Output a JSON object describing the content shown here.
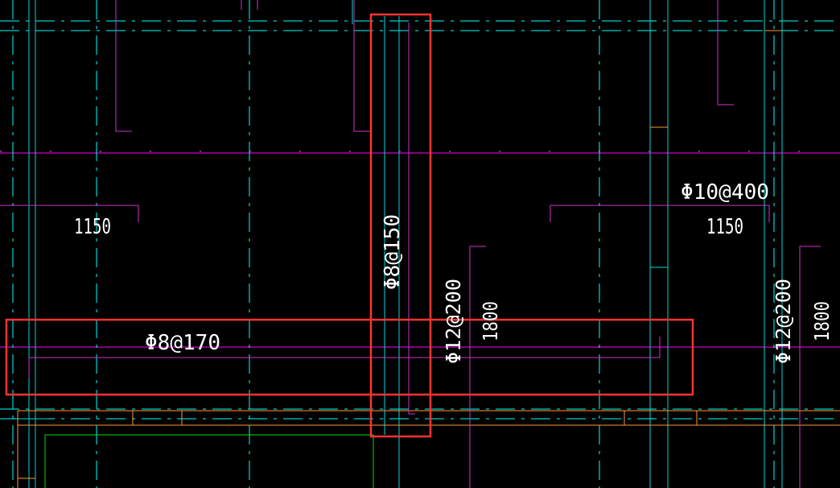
{
  "drawing": {
    "background": "#000000",
    "colors": {
      "axis_line": "#ff00ff",
      "grid_dash": "#00ffff",
      "rebar_magenta": "#cc33cc",
      "wall_cyan": "#00d8d8",
      "wall_orange": "#ff9933",
      "slab_green": "#00dd00",
      "highlight_red": "#ff3333",
      "text": "#ffffff"
    },
    "annotations": {
      "dim_left": "1150",
      "dim_right": "1150",
      "rebar_top_right": "Φ10@400",
      "rebar_vertical_highlight": "Φ8@150",
      "rebar_horizontal_highlight": "Φ8@170",
      "rebar_mid": "Φ12@200",
      "dim_mid": "1800",
      "rebar_far_right": "Φ12@200",
      "dim_far_right": "1800"
    },
    "highlights": [
      {
        "name": "vertical-rebar-highlight",
        "label_ref": "rebar_vertical_highlight"
      },
      {
        "name": "horizontal-rebar-highlight",
        "label_ref": "rebar_horizontal_highlight"
      }
    ]
  }
}
